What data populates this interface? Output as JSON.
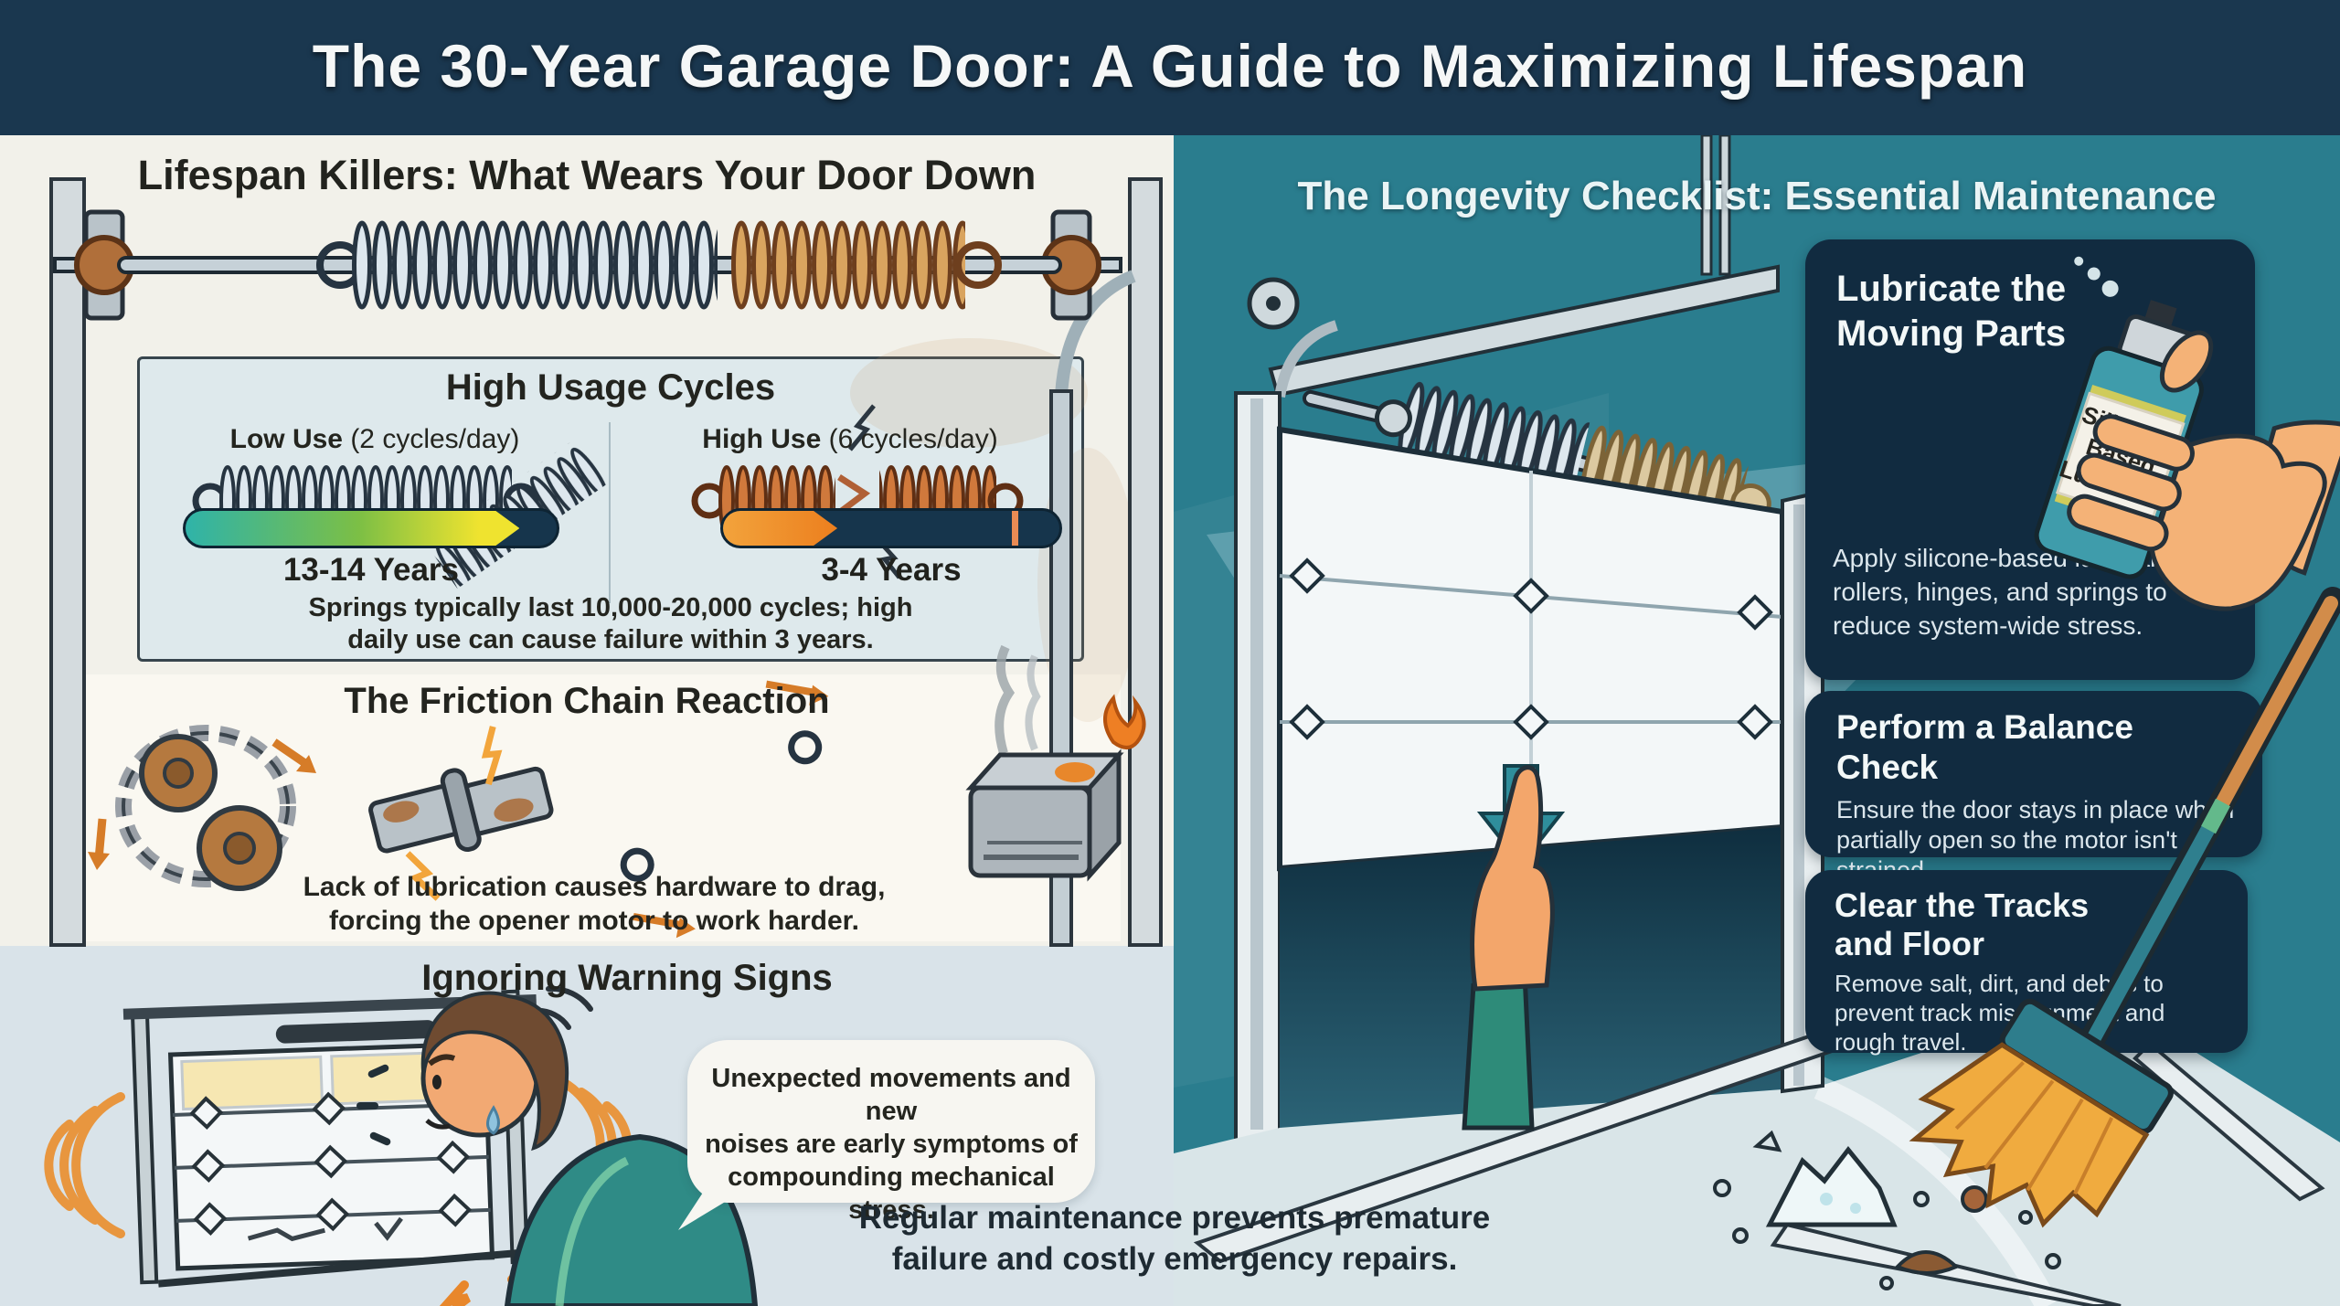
{
  "title": "The 30-Year Garage Door: A Guide to Maximizing Lifespan",
  "left": {
    "header": "Lifespan Killers: What Wears Your Door Down",
    "usage": {
      "heading": "High Usage Cycles",
      "low_bold": "Low Use",
      "low_rest": " (2 cycles/day)",
      "high_bold": "High Use",
      "high_rest": " (6 cycles/day)",
      "low_years": "13-14 Years",
      "high_years": "3-4 Years",
      "caption_line1": "Springs typically last 10,000-20,000 cycles; high",
      "caption_line2": "daily use can cause failure within 3 years."
    },
    "friction": {
      "heading": "The Friction Chain Reaction",
      "caption_line1": "Lack of lubrication causes hardware to drag,",
      "caption_line2": "forcing the opener motor to work harder."
    },
    "warning": {
      "heading": "Ignoring Warning Signs",
      "bubble_line1": "Unexpected movements and new",
      "bubble_line2": "noises are early symptoms of",
      "bubble_line3": "compounding mechanical stress."
    }
  },
  "bottom_note": {
    "line1": "Regular maintenance prevents premature",
    "line2": "failure and costly emergency repairs."
  },
  "right": {
    "header": "The Longevity Checklist: Essential Maintenance",
    "cards": [
      {
        "title_line1": "Lubricate the",
        "title_line2": "Moving Parts",
        "body": "Apply silicone-based lubricant to rollers, hinges, and springs to reduce system-wide stress."
      },
      {
        "title": "Perform a Balance Check",
        "body": "Ensure the door stays in place when partially open so the motor isn't strained."
      },
      {
        "title_line1": "Clear the Tracks",
        "title_line2": "and Floor",
        "body": "Remove salt, dirt, and debris to prevent track misalignment and rough travel."
      }
    ],
    "spray_label_line1": "Silicone-",
    "spray_label_line2": "Based",
    "spray_label_line3": "Lubricant"
  },
  "icons": {
    "down-arrow": "arrow pointing down onto partially open door",
    "spray-can": "silicone lubricant aerosol can held by hand",
    "broom": "broom sweeping salt and dirt from floor",
    "chain": "rusty chain and sprockets",
    "hinge": "rusty hinge with friction sparks",
    "spring": "extension spring vibrating",
    "motor": "overheating opener motor with smoke and flame"
  },
  "colors": {
    "title_bar_navy": "#1a374f",
    "right_panel_teal": "#2a7d8e",
    "card_navy": "#112b40",
    "accent_orange": "#e8872b",
    "bar_track_navy": "#16354c",
    "gradient_start_teal": "#2fb3a9",
    "gradient_end_yellow": "#efe32f",
    "left_panel_offwhite": "#f2f1ea",
    "section_light_blue": "#d9e3e9"
  }
}
